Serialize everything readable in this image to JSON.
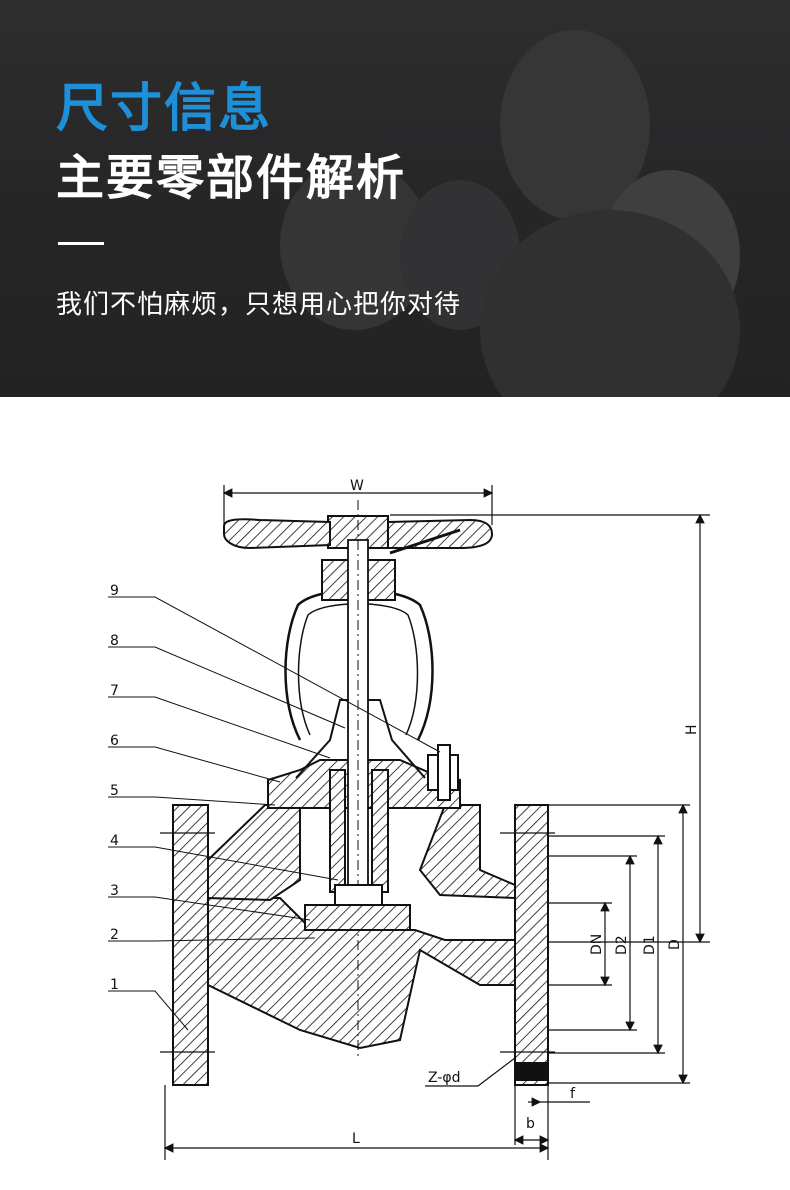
{
  "header": {
    "title_primary": "尺寸信息",
    "title_secondary": "主要零部件解析",
    "subtitle": "我们不怕麻烦，只想用心把你对待"
  },
  "drawing": {
    "part_numbers": [
      "1",
      "2",
      "3",
      "4",
      "5",
      "6",
      "7",
      "8",
      "9"
    ],
    "dimension_labels": {
      "width": "W",
      "height": "H",
      "nominal_diameter": "DN",
      "d2": "D2",
      "d1": "D1",
      "d": "D",
      "bolt_holes": "Z-φd",
      "flange_offset": "f",
      "flange_thickness": "b",
      "length": "L"
    }
  },
  "colors": {
    "accent_blue": "#1e8fd9",
    "banner_bg": "#2e2e30",
    "line": "#111111"
  }
}
